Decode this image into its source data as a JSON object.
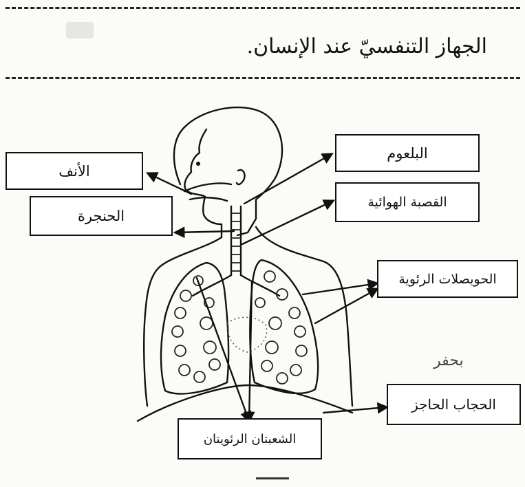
{
  "title": "الجهاز التنفسيّ عند الإنسان.",
  "labels": {
    "nose": "الأنف",
    "larynx": "الحنجرة",
    "pharynx": "البلعوم",
    "trachea": "القصبة الهوائية",
    "alveoli": "الحويصلات الرئوية",
    "diaphragm": "الحجاب الحاجز",
    "bronchi": "الشعبتان الرئويتان"
  },
  "stray_mark": "بحفر",
  "colors": {
    "ink": "#111111",
    "paper": "#fbfbf8"
  }
}
